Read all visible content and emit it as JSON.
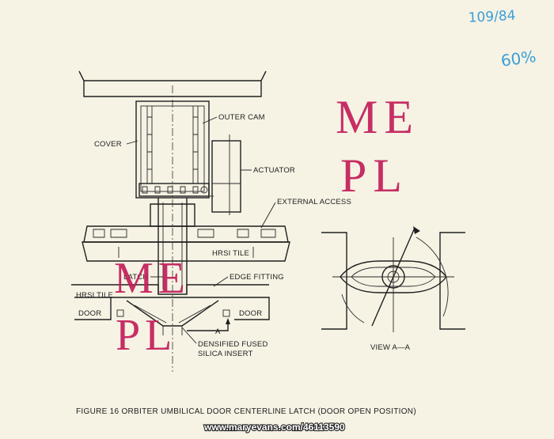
{
  "labels": {
    "outer_cam": "OUTER CAM",
    "cover": "COVER",
    "actuator": "ACTUATOR",
    "external_access": "EXTERNAL ACCESS",
    "hrsi_tile_top": "HRSI TILE",
    "latch": "LATCH",
    "edge_fitting": "EDGE FITTING",
    "hrsi_tile_left": "HRSI TILE",
    "door_left": "DOOR",
    "door_right": "DOOR",
    "section_a": "A",
    "densified_line1": "DENSIFIED FUSED",
    "densified_line2": "SILICA INSERT",
    "view": "VIEW A—A"
  },
  "caption": "FIGURE 16 ORBITER UMBILICAL DOOR CENTERLINE LATCH (DOOR OPEN POSITION)",
  "handwriting": {
    "ref": "109/84",
    "pct": "60%"
  },
  "watermark": {
    "line1": "ME",
    "line2": "PL",
    "color": "#c21e5a"
  },
  "footer_url": "www.maryevans.com/46113590"
}
